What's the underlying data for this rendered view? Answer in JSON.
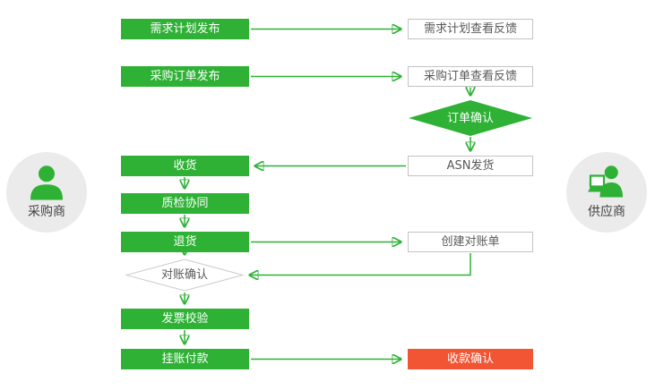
{
  "actors": {
    "buyer": {
      "label": "采购商"
    },
    "supplier": {
      "label": "供应商"
    }
  },
  "nodes": {
    "demand_plan_publish": {
      "label": "需求计划发布",
      "type": "green-box"
    },
    "demand_plan_feedback": {
      "label": "需求计划查看反馈",
      "type": "white-box"
    },
    "po_publish": {
      "label": "采购订单发布",
      "type": "green-box"
    },
    "po_feedback": {
      "label": "采购订单查看反馈",
      "type": "white-box"
    },
    "order_confirm": {
      "label": "订单确认",
      "type": "green-diamond"
    },
    "asn_ship": {
      "label": "ASN发货",
      "type": "white-box"
    },
    "receive": {
      "label": "收货",
      "type": "green-box"
    },
    "quality_check": {
      "label": "质检协同",
      "type": "green-box"
    },
    "return_goods": {
      "label": "退货",
      "type": "green-box"
    },
    "create_statement": {
      "label": "创建对账单",
      "type": "white-box"
    },
    "reconcile_confirm": {
      "label": "对账确认",
      "type": "white-diamond"
    },
    "invoice_verify": {
      "label": "发票校验",
      "type": "green-box"
    },
    "payment": {
      "label": "挂账付款",
      "type": "green-box"
    },
    "receipt_confirm": {
      "label": "收款确认",
      "type": "red-box"
    }
  },
  "edges": [
    {
      "from": "demand_plan_publish",
      "to": "demand_plan_feedback"
    },
    {
      "from": "po_publish",
      "to": "po_feedback"
    },
    {
      "from": "po_feedback",
      "to": "order_confirm"
    },
    {
      "from": "order_confirm",
      "to": "asn_ship"
    },
    {
      "from": "asn_ship",
      "to": "receive"
    },
    {
      "from": "receive",
      "to": "quality_check"
    },
    {
      "from": "quality_check",
      "to": "return_goods"
    },
    {
      "from": "return_goods",
      "to": "create_statement"
    },
    {
      "from": "return_goods",
      "to": "reconcile_confirm"
    },
    {
      "from": "create_statement",
      "to": "reconcile_confirm"
    },
    {
      "from": "reconcile_confirm",
      "to": "invoice_verify"
    },
    {
      "from": "invoice_verify",
      "to": "payment"
    },
    {
      "from": "payment",
      "to": "receipt_confirm"
    }
  ],
  "colors": {
    "green": "#2eb135",
    "red": "#f15533",
    "white_box_border": "#c3c3c3",
    "actor_circle_bg": "#ebebeb",
    "arrow": "#2eb135",
    "text_dark": "#595959"
  }
}
